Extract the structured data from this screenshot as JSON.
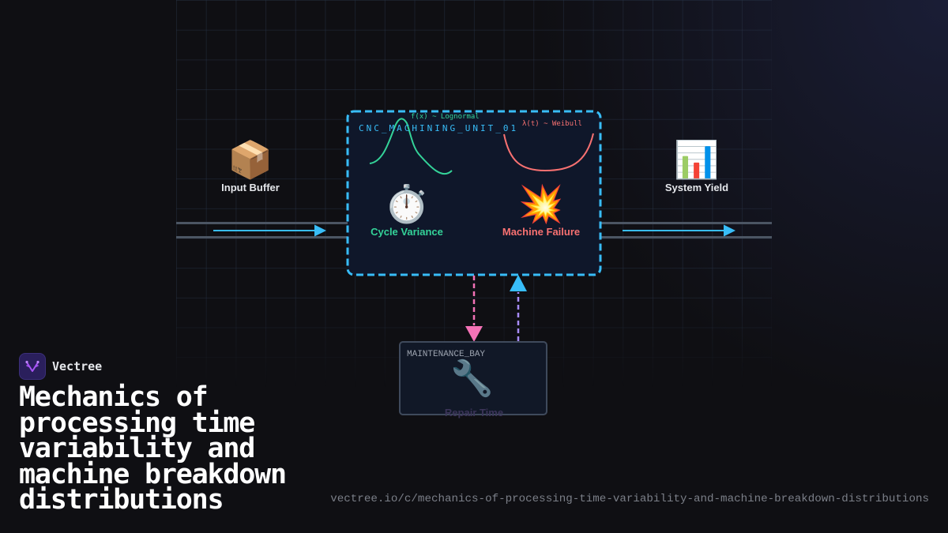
{
  "diagram": {
    "input": {
      "icon": "📦",
      "label": "Input Buffer"
    },
    "output": {
      "icon": "📊",
      "label": "System Yield"
    },
    "unit": {
      "title": "CNC_MACHINING_UNIT_01",
      "processing_dist": {
        "annotation": "f(x) ~ Lognormal",
        "icon": "⏱️",
        "label": "Cycle Variance",
        "color": "#34d399"
      },
      "failure_dist": {
        "annotation": "λ(t) ~ Weibull",
        "icon": "💥",
        "label": "Machine Failure",
        "color": "#f87171"
      },
      "border_color": "#38bdf8"
    },
    "maintenance": {
      "title": "MAINTENANCE_BAY",
      "icon": "🔧",
      "label": "Repair Time",
      "down_arrow_color": "#f472b6",
      "up_arrow_color": "#a78bfa",
      "up_head_color": "#38bdf8"
    },
    "flow_arrow_color": "#38bdf8"
  },
  "brand": {
    "name": "Vectree",
    "accent": "#a855f7"
  },
  "title": "Mechanics of processing time variability and machine breakdown distributions",
  "url": "vectree.io/c/mechanics-of-processing-time-variability-and-machine-breakdown-distributions"
}
